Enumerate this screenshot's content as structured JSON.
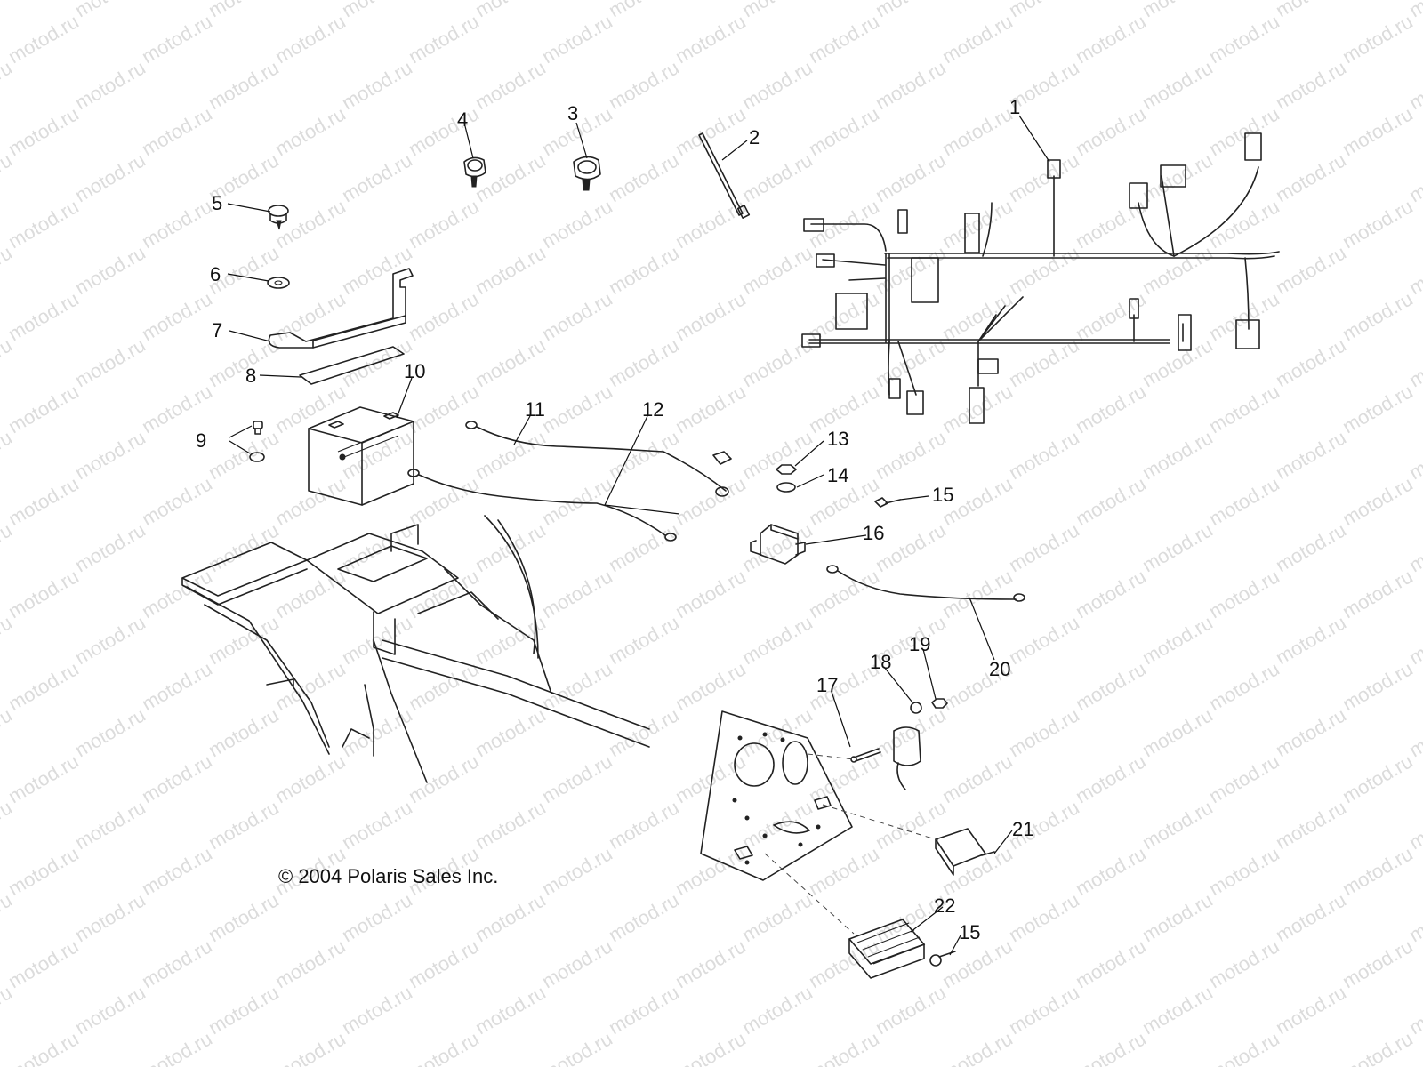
{
  "watermark": {
    "text": "motod.ru",
    "color": "#dcdcdc"
  },
  "copyright": "© 2004 Polaris Sales Inc.",
  "callouts": [
    {
      "id": "c1",
      "text": "1"
    },
    {
      "id": "c2",
      "text": "2"
    },
    {
      "id": "c3",
      "text": "3"
    },
    {
      "id": "c4",
      "text": "4"
    },
    {
      "id": "c5",
      "text": "5"
    },
    {
      "id": "c6",
      "text": "6"
    },
    {
      "id": "c7",
      "text": "7"
    },
    {
      "id": "c8",
      "text": "8"
    },
    {
      "id": "c9",
      "text": "9"
    },
    {
      "id": "c10",
      "text": "10"
    },
    {
      "id": "c11",
      "text": "11"
    },
    {
      "id": "c12",
      "text": "12"
    },
    {
      "id": "c13",
      "text": "13"
    },
    {
      "id": "c14",
      "text": "14"
    },
    {
      "id": "c15a",
      "text": "15"
    },
    {
      "id": "c16",
      "text": "16"
    },
    {
      "id": "c17",
      "text": "17"
    },
    {
      "id": "c18",
      "text": "18"
    },
    {
      "id": "c19",
      "text": "19"
    },
    {
      "id": "c20",
      "text": "20"
    },
    {
      "id": "c21",
      "text": "21"
    },
    {
      "id": "c22",
      "text": "22"
    },
    {
      "id": "c15b",
      "text": "15"
    }
  ]
}
